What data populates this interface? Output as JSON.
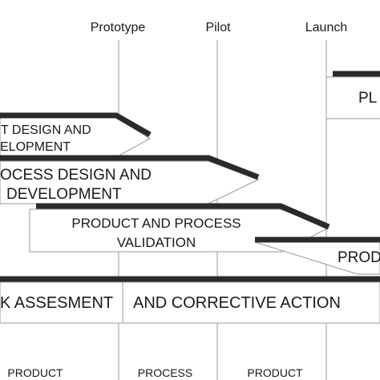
{
  "milestones": {
    "prototype": "Prototype",
    "pilot": "Pilot",
    "launch": "Launch"
  },
  "phases": {
    "product_design": {
      "line1": "T DESIGN AND",
      "line2": "ELOPMENT"
    },
    "process_design": {
      "line1": "OCESS DESIGN AND",
      "line2": "DEVELOPMENT"
    },
    "validation": {
      "line1": "PRODUCT AND PROCESS",
      "line2": "VALIDATION"
    },
    "production": {
      "label": "PROD"
    },
    "planning": {
      "label": "PL"
    }
  },
  "risk_bar": {
    "left": "K ASSESMENT",
    "right": "AND CORRECTIVE ACTION"
  },
  "bottom_labels": {
    "product_left": "PRODUCT",
    "process": "PROCESS",
    "product_right": "PRODUCT"
  },
  "colors": {
    "line": "#999999",
    "bar": "#2a2a2a",
    "text": "#1a1a1a"
  }
}
